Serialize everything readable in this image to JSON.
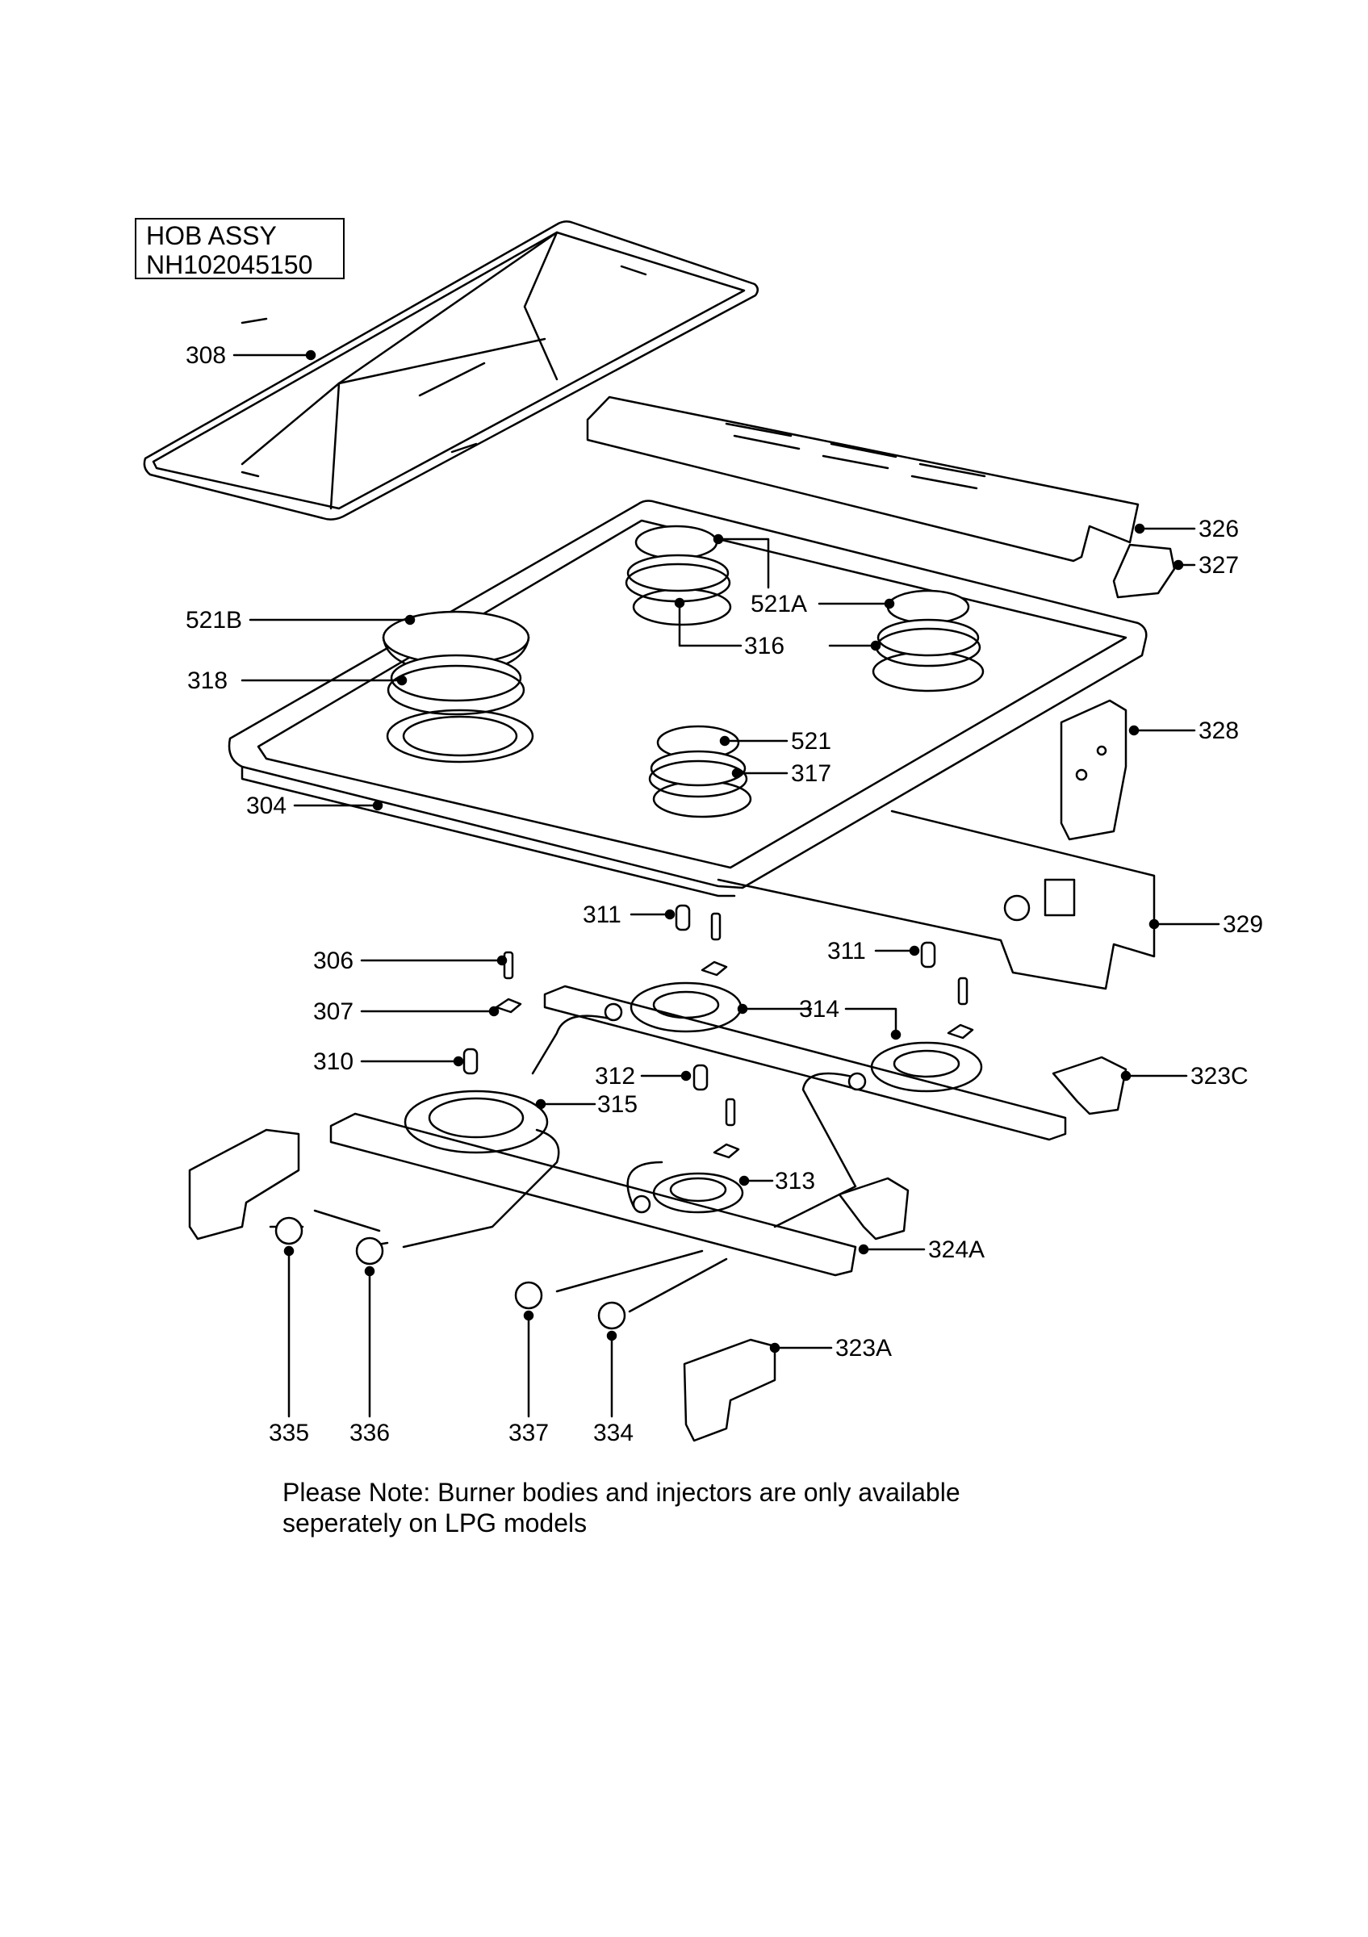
{
  "title": {
    "line1": "HOB ASSY",
    "line2": "NH102045150"
  },
  "callouts": {
    "c308": "308",
    "c326": "326",
    "c327": "327",
    "c521b": "521B",
    "c521a": "521A",
    "c316": "316",
    "c318": "318",
    "c328": "328",
    "c521": "521",
    "c317": "317",
    "c304": "304",
    "c329": "329",
    "c311a": "311",
    "c311b": "311",
    "c306": "306",
    "c307": "307",
    "c314": "314",
    "c310": "310",
    "c312": "312",
    "c323c": "323C",
    "c315": "315",
    "c313": "313",
    "c324a": "324A",
    "c323a": "323A",
    "c335": "335",
    "c336": "336",
    "c337": "337",
    "c334": "334"
  },
  "note": {
    "line1": "Please Note: Burner bodies and injectors are only available",
    "line2": "seperately on LPG models"
  }
}
